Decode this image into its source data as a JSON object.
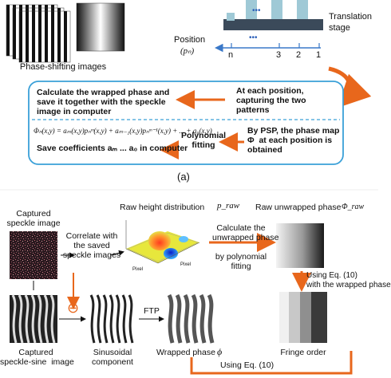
{
  "top": {
    "phase_shifting_label": "Phase-shifting images",
    "translation_stage_label": "Translation\nstage",
    "position_label": "Position",
    "position_symbol": "(pₙ)",
    "stage_dots": "•••",
    "ruler_dots": "•••",
    "ruler_ticks": [
      "n",
      "3",
      "2",
      "1"
    ],
    "box_upper_left": "Calculate the wrapped phase and\nsave it together with the speckle\nimage in computer",
    "box_upper_right": "At each position,\ncapturing the two\npatterns",
    "formula": "Φₙ(x,y) = aₘ(x,y)pₙᵐ(x,y) + aₘ₋₁(x,y)pₙᵐ⁻¹(x,y) + ... + a₀(x,y)",
    "save_coefficients": "Save  coefficients  aₘ ... a₀  in computer",
    "polynomial_fitting": "Polynomial\nfitting",
    "box_lower_right": "By PSP, the phase map\nΦ  at each position is\nobtained",
    "panel_label": "(a)"
  },
  "bottom": {
    "captured_speckle": "Captured\nspeckle image",
    "correlate": "Correlate with\nthe saved\nspeckle images",
    "raw_height": "Raw height distribution",
    "raw_height_symbol": "p_raw",
    "raw_unwrapped": "Raw unwrapped phase",
    "raw_unwrapped_symbol": "Φ_raw",
    "calculate_unwrapped": "Calculate the\nunwrapped phase",
    "by_polynomial": "by polynomial\nfitting",
    "using_eq10_wrapped": "Using Eq. (10)\nwith the wrapped phase",
    "minus_symbol": "⊖",
    "ftp": "FTP",
    "captured_speckle_sine": "Captured\nspeckle-sine  image",
    "sinusoidal": "Sinusoidal\ncomponent",
    "wrapped_phase": "Wrapped phase",
    "wrapped_phase_symbol": "ϕ",
    "fringe_order": "Fringe order",
    "using_eq10": "Using Eq. (10)",
    "axis_pixel_x": "Pixel",
    "axis_pixel_y": "Pixel"
  },
  "colors": {
    "box_border": "#3aa0d8",
    "arrow_orange": "#e8671c",
    "dash_line": "#3aa0d8",
    "stage_bar": "#3b4a5a",
    "stage_post": "#9fc9d6"
  }
}
